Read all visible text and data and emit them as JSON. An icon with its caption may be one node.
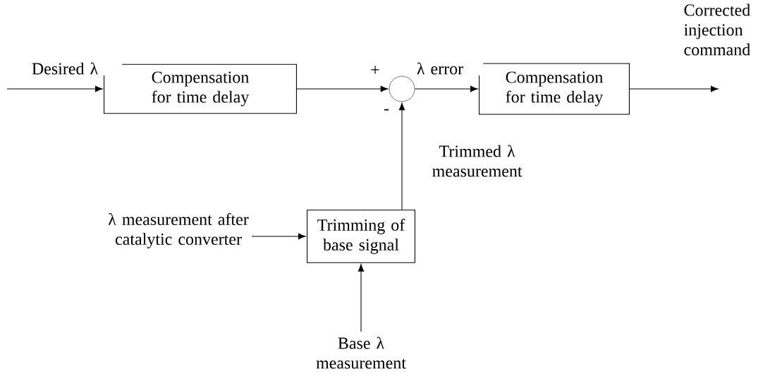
{
  "diagram": {
    "nodes": [
      {
        "text": [
          "Compensation for time delay"
        ]
      },
      {
        "text": [],
        "shape": "circle"
      },
      {
        "text": [
          "Compensation for time delay"
        ]
      },
      {
        "text": [
          "Trimming of base signal"
        ]
      }
    ],
    "edges": [
      {
        "from": null,
        "to": 0,
        "arrow": "to",
        "label": "Desired λ"
      },
      {
        "from": 0,
        "to": 1,
        "arrow": "to"
      },
      {
        "from": 1,
        "to": 2,
        "arrow": "to",
        "label": "λ error"
      },
      {
        "from": 2,
        "to": null,
        "arrow": "to",
        "label": "Corrected injection command"
      },
      {
        "from": 3,
        "to": 1,
        "arrow": "to",
        "label": "Trimmed λ measurement"
      },
      {
        "from": null,
        "to": 3,
        "arrow": "to",
        "label": "λ measurement after catalytic converter"
      },
      {
        "from": null,
        "to": 3,
        "arrow": "to",
        "label": "Base λ measurement"
      }
    ],
    "labels": [
      "+",
      "-"
    ]
  }
}
